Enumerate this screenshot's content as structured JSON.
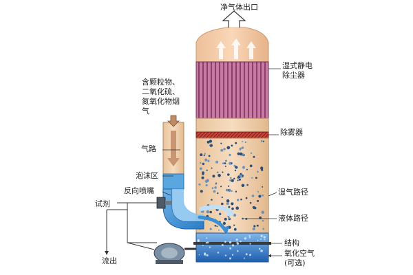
{
  "labels": {
    "clean_gas_outlet": "净气体出口",
    "wet_esp_line1": "湿式静电",
    "wet_esp_line2": "除尘器",
    "inlet_gas_line1": "含颗粒物、",
    "inlet_gas_line2": "二氧化硫、",
    "inlet_gas_line3": "氮氧化物烟",
    "inlet_gas_line4": "气",
    "mist_eliminator": "除雾器",
    "gas_path": "气路",
    "foam_zone": "泡沫区",
    "reverse_nozzle": "反向喷嘴",
    "reagent": "试剂",
    "wet_gas_path": "湿气路径",
    "liquid_path": "液体路径",
    "structure": "结构",
    "outflow": "流出",
    "oxidation_air_line1": "氧化空气",
    "oxidation_air_line2": "(可选)"
  },
  "colors": {
    "tower_body": "#f2d3b0",
    "tower_top": "#f6c9a0",
    "esp_module": "#c77aa3",
    "esp_stripes": "#8d3f6a",
    "mist_eliminator": "#c8423a",
    "water_pool": "#2f77c8",
    "flow_arrow": "#3c8fd0",
    "gas_arrow": "#c08a63",
    "pump": "#5a6f86",
    "line": "#333333"
  }
}
